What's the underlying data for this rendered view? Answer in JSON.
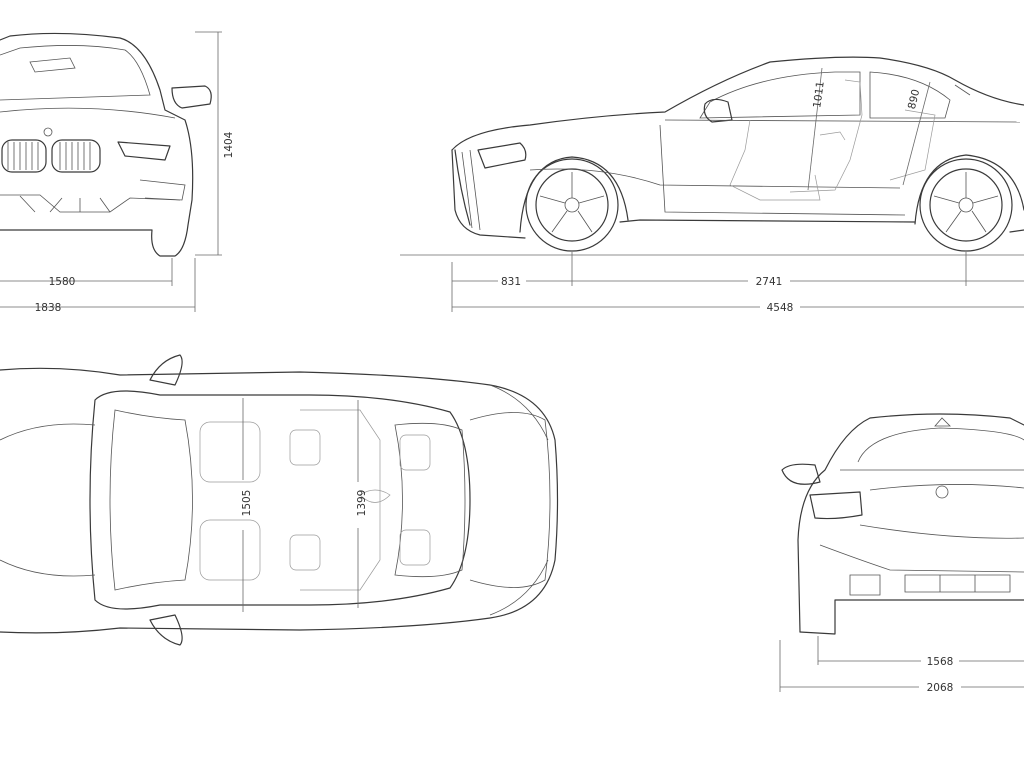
{
  "dimensions": {
    "front_track": "1580",
    "overall_width": "1838",
    "overall_height": "1404",
    "front_overhang": "831",
    "wheelbase": "2741",
    "overall_length": "4548",
    "front_headroom": "1011",
    "rear_headroom": "890",
    "front_shoulder_width": "1505",
    "rear_shoulder_width": "1399",
    "rear_track": "1568",
    "width_incl_mirrors": "2068"
  },
  "colors": {
    "line": "#3a3a3a",
    "dimension": "#6a6a6a",
    "background": "#ffffff"
  }
}
